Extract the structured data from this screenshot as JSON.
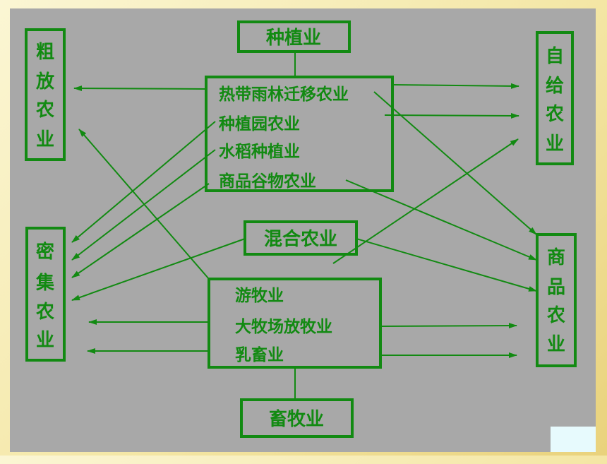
{
  "colors": {
    "line": "#128a12",
    "canvas": "#a8a8a8",
    "page_bg": "#f6ecb6"
  },
  "boxes": {
    "planting": "种植业",
    "animal": "畜牧业",
    "mixed": "混合农业",
    "extensive": [
      "粗",
      "放",
      "农",
      "业"
    ],
    "intensive": [
      "密",
      "集",
      "农",
      "业"
    ],
    "subsistence": [
      "自",
      "给",
      "农",
      "业"
    ],
    "commercial": [
      "商",
      "品",
      "农",
      "业"
    ]
  },
  "planting_types": [
    "热带雨林迁移农业",
    "种植园农业",
    "水稻种植业",
    "商品谷物农业"
  ],
  "animal_types": [
    "游牧业",
    "大牧场放牧业",
    "乳畜业"
  ]
}
